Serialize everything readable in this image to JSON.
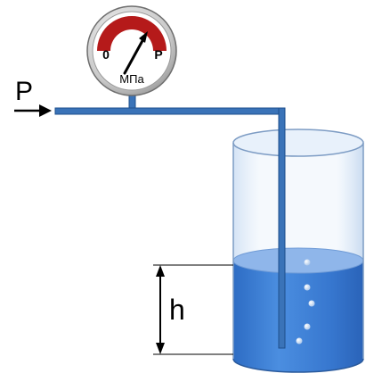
{
  "labels": {
    "pressure": "P",
    "height": "h"
  },
  "gauge": {
    "min_label": "0",
    "max_label": "P",
    "unit": "МПа",
    "dial_color": "#b51a1a",
    "face_color": "#ffffff"
  },
  "colors": {
    "pipe": "#3a73b8",
    "pipe_dark": "#1e4f8c",
    "water": "#3f7fd1",
    "water_surface": "#8fb6ea",
    "glass_edge": "#7d9cc4",
    "arrow": "#000000"
  }
}
